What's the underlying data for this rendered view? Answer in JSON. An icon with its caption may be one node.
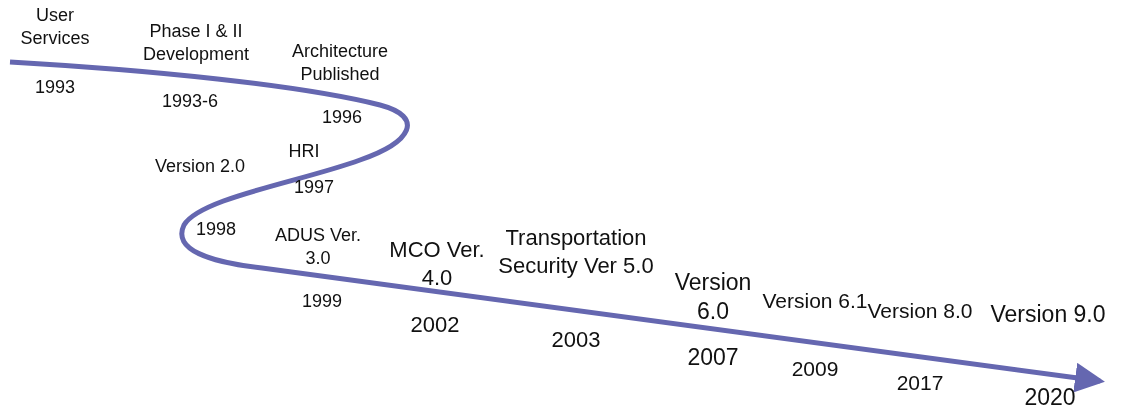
{
  "diagram": {
    "labels": [
      "User Services",
      "1993",
      "Phase I & II Development",
      "1993-6",
      "Architecture Published",
      "1996",
      "HRI",
      "1997",
      "Version 2.0",
      "1998",
      "ADUS Ver. 3.0",
      "1999",
      "MCO Ver. 4.0",
      "2002",
      "Transportation Security Ver 5.0",
      "2003",
      "Version 6.0",
      "2007",
      "Version 6.1",
      "2009",
      "Version 8.0",
      "2017",
      "Version 9.0",
      "2020"
    ]
  }
}
